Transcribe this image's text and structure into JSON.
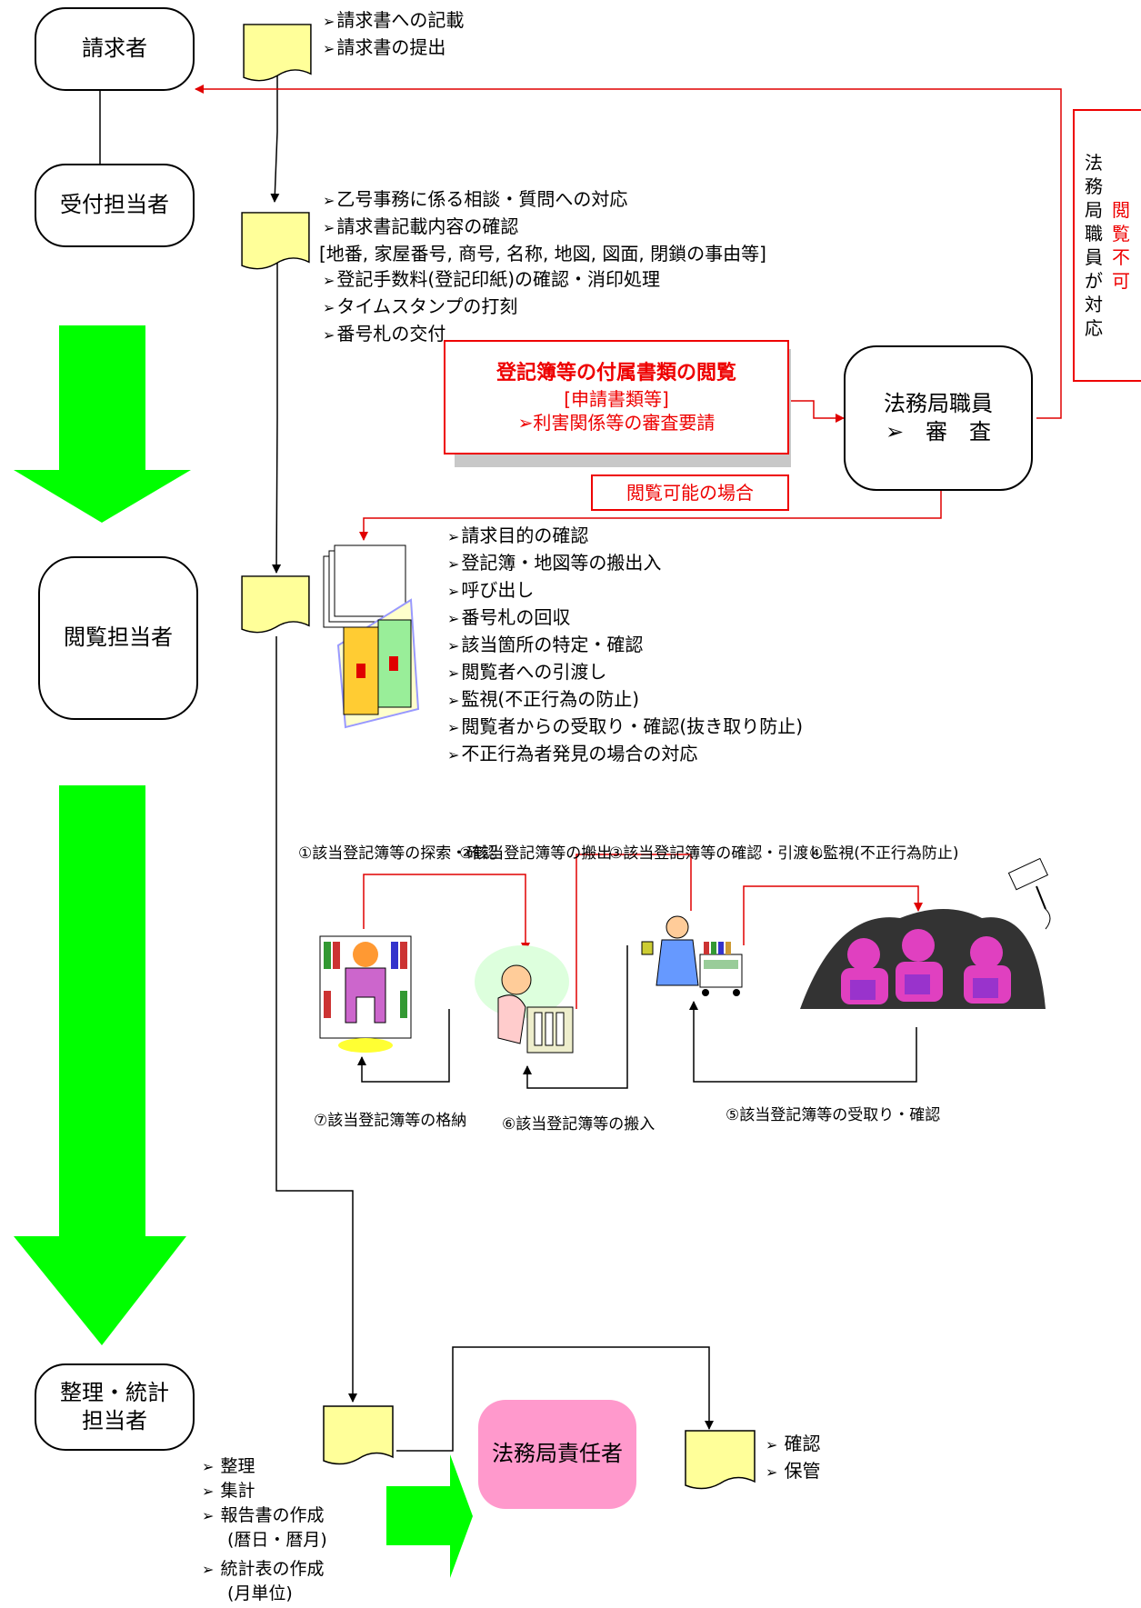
{
  "roles": {
    "claimant": "請求者",
    "reception": "受付担当者",
    "viewing": "閲覧担当者",
    "statistics": [
      "整理・統計",
      "担当者"
    ],
    "examiner": [
      "法務局職員",
      "➢　審　査"
    ],
    "manager": "法務局責任者"
  },
  "claimant_steps": [
    "請求書への記載",
    "請求書の提出"
  ],
  "reception_steps": [
    "乙号事務に係る相談・質問への対応",
    "請求書記載内容の確認",
    "[地番, 家屋番号, 商号, 名称, 地図, 図面, 閉鎖の事由等]",
    "登記手数料(登記印紙)の確認・消印処理",
    "タイムスタンプの打刻",
    "番号札の交付"
  ],
  "attached_docs": {
    "title": "登記簿等の付属書類の閲覧",
    "sub1": "[申請書類等]",
    "sub2": "➢利害関係等の審査要請"
  },
  "not_permitted": {
    "black_chars": [
      "法",
      "務",
      "局",
      "職",
      "員",
      "が",
      "対",
      "応"
    ],
    "red_chars": [
      "閲",
      "覧",
      "不",
      "可"
    ]
  },
  "permitted_label": "閲覧可能の場合",
  "viewing_steps": [
    "請求目的の確認",
    "登記簿・地図等の搬出入",
    "呼び出し",
    "番号札の回収",
    "該当箇所の特定・確認",
    "閲覧者への引渡し",
    "監視(不正行為の防止)",
    "閲覧者からの受取り・確認(抜き取り防止)",
    "不正行為者発見の場合の対応"
  ],
  "process_steps": [
    "①該当登記簿等の探索・確認",
    "②該当登記簿等の搬出",
    "③該当登記簿等の確認・引渡し",
    "④監視(不正行為防止)",
    "⑤該当登記簿等の受取り・確認",
    "⑥該当登記簿等の搬入",
    "⑦該当登記簿等の格納"
  ],
  "statistics_steps": [
    "整理",
    "集計",
    "報告書の作成",
    "(暦日・暦月)",
    "統計表の作成",
    "(月単位)"
  ],
  "manager_steps": [
    "確認",
    "保管"
  ],
  "colors": {
    "arrow_green": "#00ff00",
    "red": "#e00000",
    "doc_yellow": "#ffff99",
    "manager_pink": "#ff99cc",
    "avatar_magenta": "#e040c0"
  },
  "icons": [
    "document-icon",
    "binder-icon",
    "librarian-icon",
    "cart-icon",
    "clerk-icon",
    "readers-icon",
    "camera-icon"
  ]
}
